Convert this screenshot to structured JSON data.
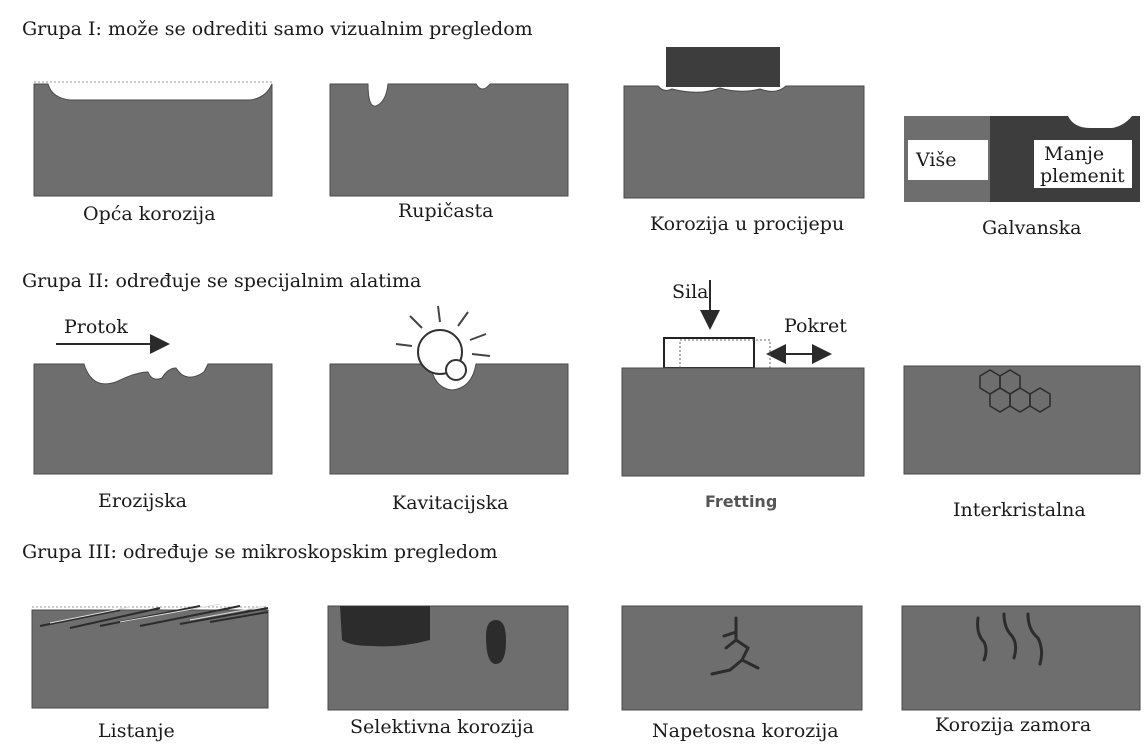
{
  "colors": {
    "metal": "#6e6e6e",
    "edge": "#4a4a4a",
    "dark": "#3d3d3d",
    "darker": "#2c2c2c",
    "white": "#ffffff"
  },
  "groups": [
    {
      "title": "Grupa I: može se odrediti samo vizualnim pregledom",
      "items": [
        {
          "caption": "Opća korozija"
        },
        {
          "caption": "Rupičasta"
        },
        {
          "caption": "Korozija u procijepu"
        },
        {
          "caption": "Galvanska",
          "labels": {
            "more": "Više",
            "less_1": "Manje",
            "less_2": "plemenit"
          }
        }
      ]
    },
    {
      "title": "Grupa II: određuje se specijalnim alatima",
      "items": [
        {
          "caption": "Erozijska",
          "labels": {
            "flow": "Protok"
          }
        },
        {
          "caption": "Kavitacijska"
        },
        {
          "caption": "Fretting",
          "labels": {
            "force": "Sila",
            "motion": "Pokret"
          }
        },
        {
          "caption": "Interkristalna"
        }
      ]
    },
    {
      "title": "Grupa III: određuje se mikroskopskim pregledom",
      "items": [
        {
          "caption": "Listanje"
        },
        {
          "caption": "Selektivna korozija"
        },
        {
          "caption": "Napetosna korozija"
        },
        {
          "caption": "Korozija zamora"
        }
      ]
    }
  ]
}
